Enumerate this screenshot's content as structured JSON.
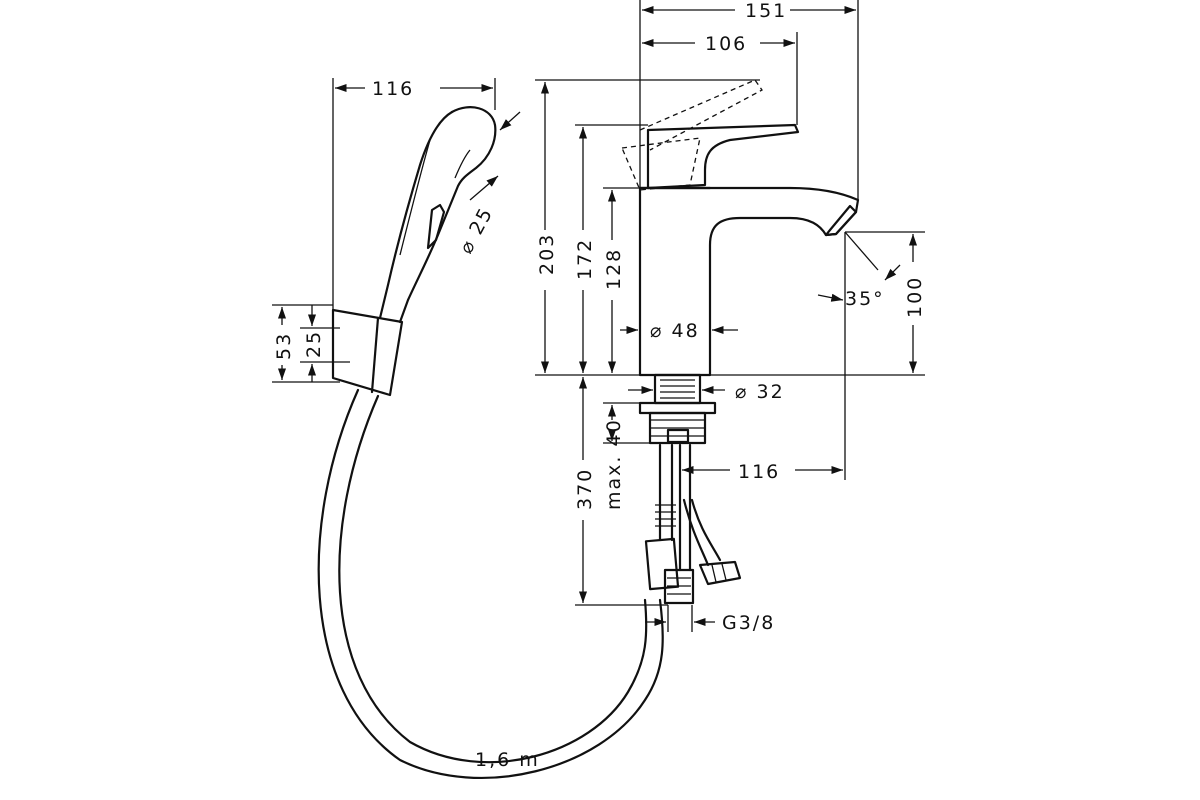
{
  "dimensions": {
    "width_151": "151",
    "width_106": "106",
    "handshower_116": "116",
    "height_203": "203",
    "height_172": "172",
    "height_128": "128",
    "dia_25": "⌀ 25",
    "dia_48": "⌀ 48",
    "dia_32": "⌀ 32",
    "angle_35": "35°",
    "height_100": "100",
    "holder_53": "53",
    "holder_25": "25",
    "length_370": "370",
    "max_40": "max. 40",
    "reach_116": "116",
    "thread_g38": "G3/8",
    "hose_length": "1,6 m"
  },
  "colors": {
    "line": "#111111",
    "background": "#ffffff"
  }
}
